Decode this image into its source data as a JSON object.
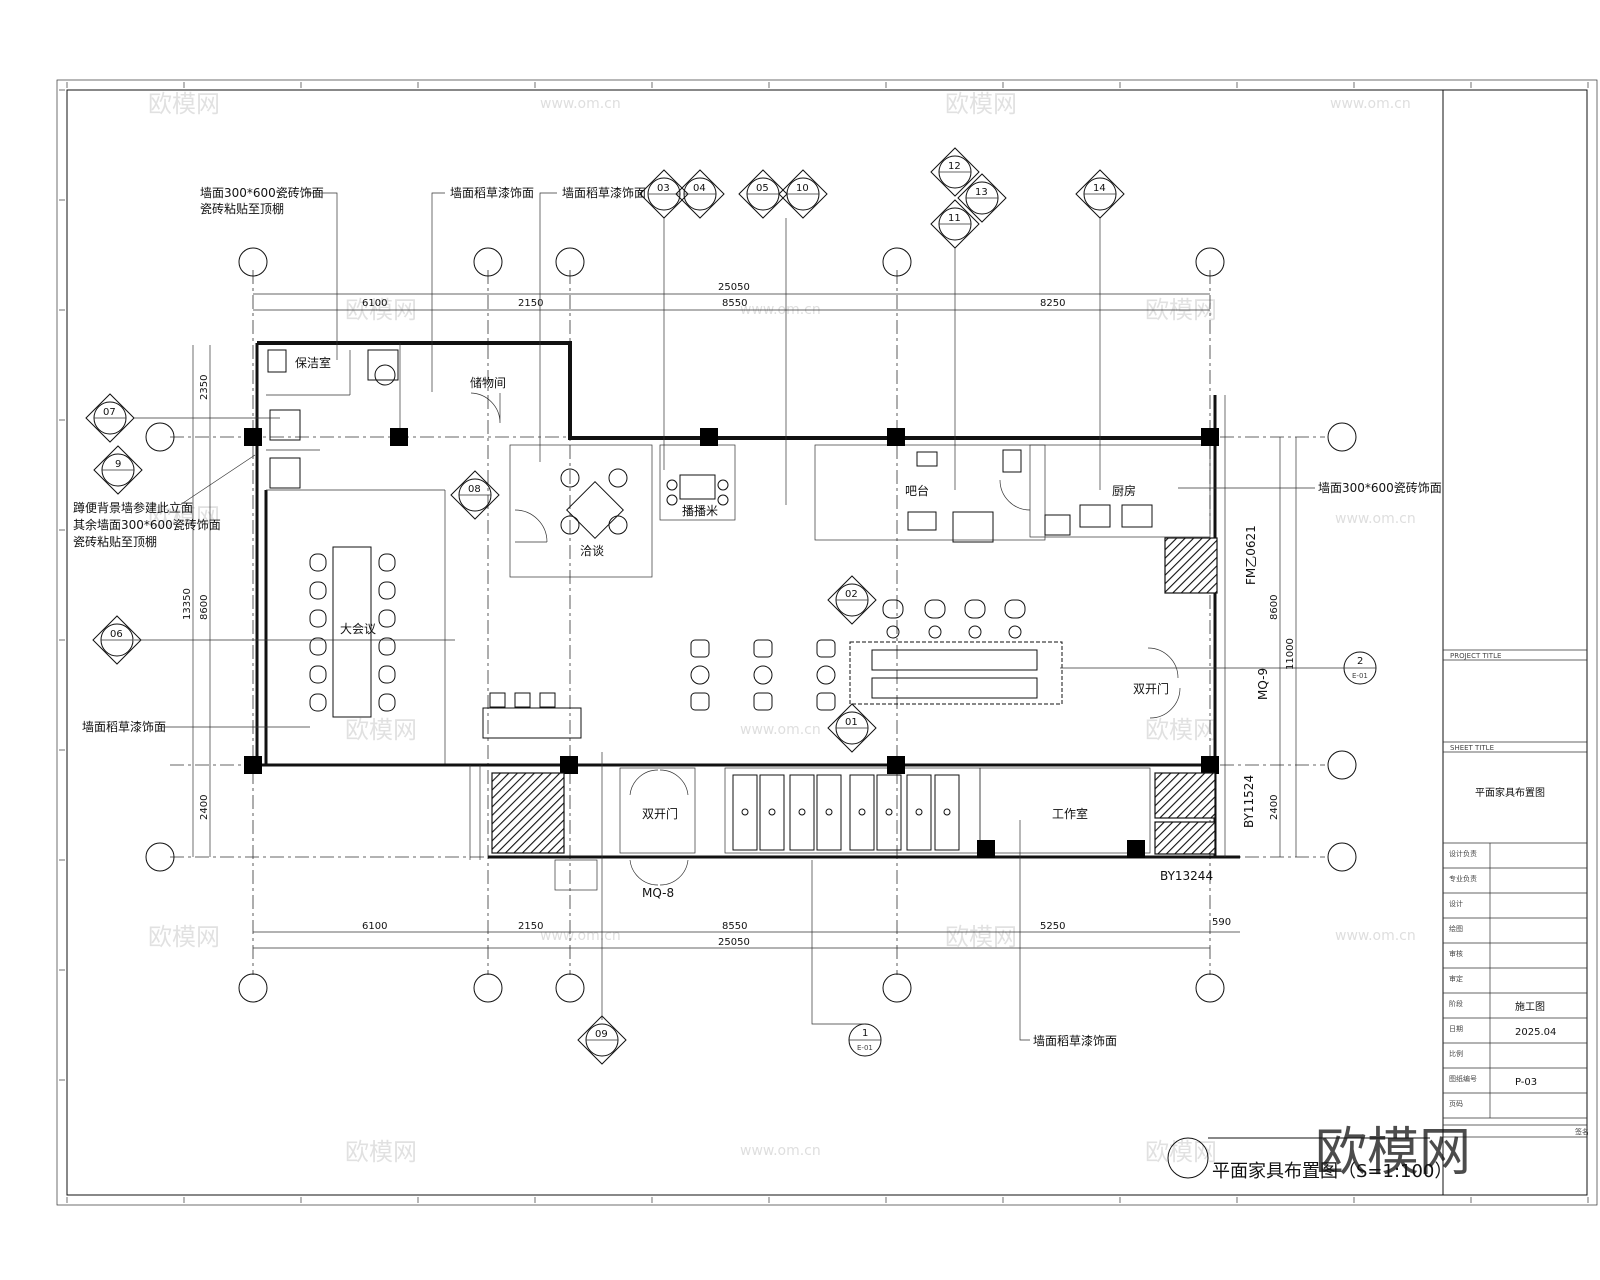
{
  "drawing": {
    "title": "平面家具布置图（S=1:100）",
    "brand_watermark": "欧模网",
    "site_watermark": "www.om.cn"
  },
  "rooms": {
    "cleaning": "保洁室",
    "storage": "储物间",
    "big_meeting": "大会议",
    "negotiation": "洽谈",
    "recording": "播播米",
    "bar": "吧台",
    "kitchen": "厨房",
    "double_door_left": "双开门",
    "double_door_right": "双开门",
    "workroom": "工作室"
  },
  "notes": {
    "n1_line1": "墙面300*600瓷砖饰面",
    "n1_line2": "瓷砖粘贴至顶棚",
    "n2": "墙面稻草漆饰面",
    "n3": "墙面稻草漆饰面",
    "n4_line1": "蹲便背景墙参建此立面",
    "n4_line2": "其余墙面300*600瓷砖饰面",
    "n4_line3": "瓷砖粘贴至顶棚",
    "n5": "墙面稻草漆饰面",
    "n6": "墙面300*600瓷砖饰面",
    "n7": "墙面稻草漆饰面"
  },
  "dimensions": {
    "top_total": "25050",
    "top_segments": [
      "6100",
      "2150",
      "8550",
      "8250"
    ],
    "bottom_total": "25050",
    "bottom_segments": [
      "6100",
      "2150",
      "8550",
      "5250"
    ],
    "bottom_extra": "590",
    "left_total": "13350",
    "left_segments": [
      "2350",
      "8600",
      "2400"
    ],
    "right_segments": [
      "8600",
      "2400"
    ],
    "right_total": "11000"
  },
  "door_codes": {
    "fm": "FM乙0621",
    "mq9": "MQ-9",
    "by1": "BY11524",
    "by2": "BY13244",
    "mq8": "MQ-8"
  },
  "elevation_marks": {
    "m03": "03",
    "m04": "04",
    "m05": "05",
    "m10": "10",
    "m12": "12",
    "m13": "13",
    "m11": "11",
    "m14": "14",
    "m07": "07",
    "m09a": "9",
    "m08": "08",
    "m06": "06",
    "m02": "02",
    "m01": "01",
    "m09": "09",
    "sec2": "2",
    "sec1": "1",
    "sub_sec": "E-01"
  },
  "title_block": {
    "project_title_label": "PROJECT TITLE",
    "project_title_value": "",
    "sheet_title_label": "SHEET TITLE",
    "sheet_title_value": "平面家具布置图",
    "rows": [
      {
        "label": "设计负责",
        "value": ""
      },
      {
        "label": "专业负责",
        "value": ""
      },
      {
        "label": "设计",
        "value": ""
      },
      {
        "label": "绘图",
        "value": ""
      },
      {
        "label": "审核",
        "value": ""
      },
      {
        "label": "审定",
        "value": ""
      },
      {
        "label": "阶段",
        "value": "施工图"
      },
      {
        "label": "日期",
        "value": "2025.04"
      },
      {
        "label": "比例",
        "value": ""
      },
      {
        "label": "图纸编号",
        "value": "P-03"
      },
      {
        "label": "页码",
        "value": ""
      }
    ],
    "footer": "签名"
  },
  "big_watermark": "欧模网"
}
